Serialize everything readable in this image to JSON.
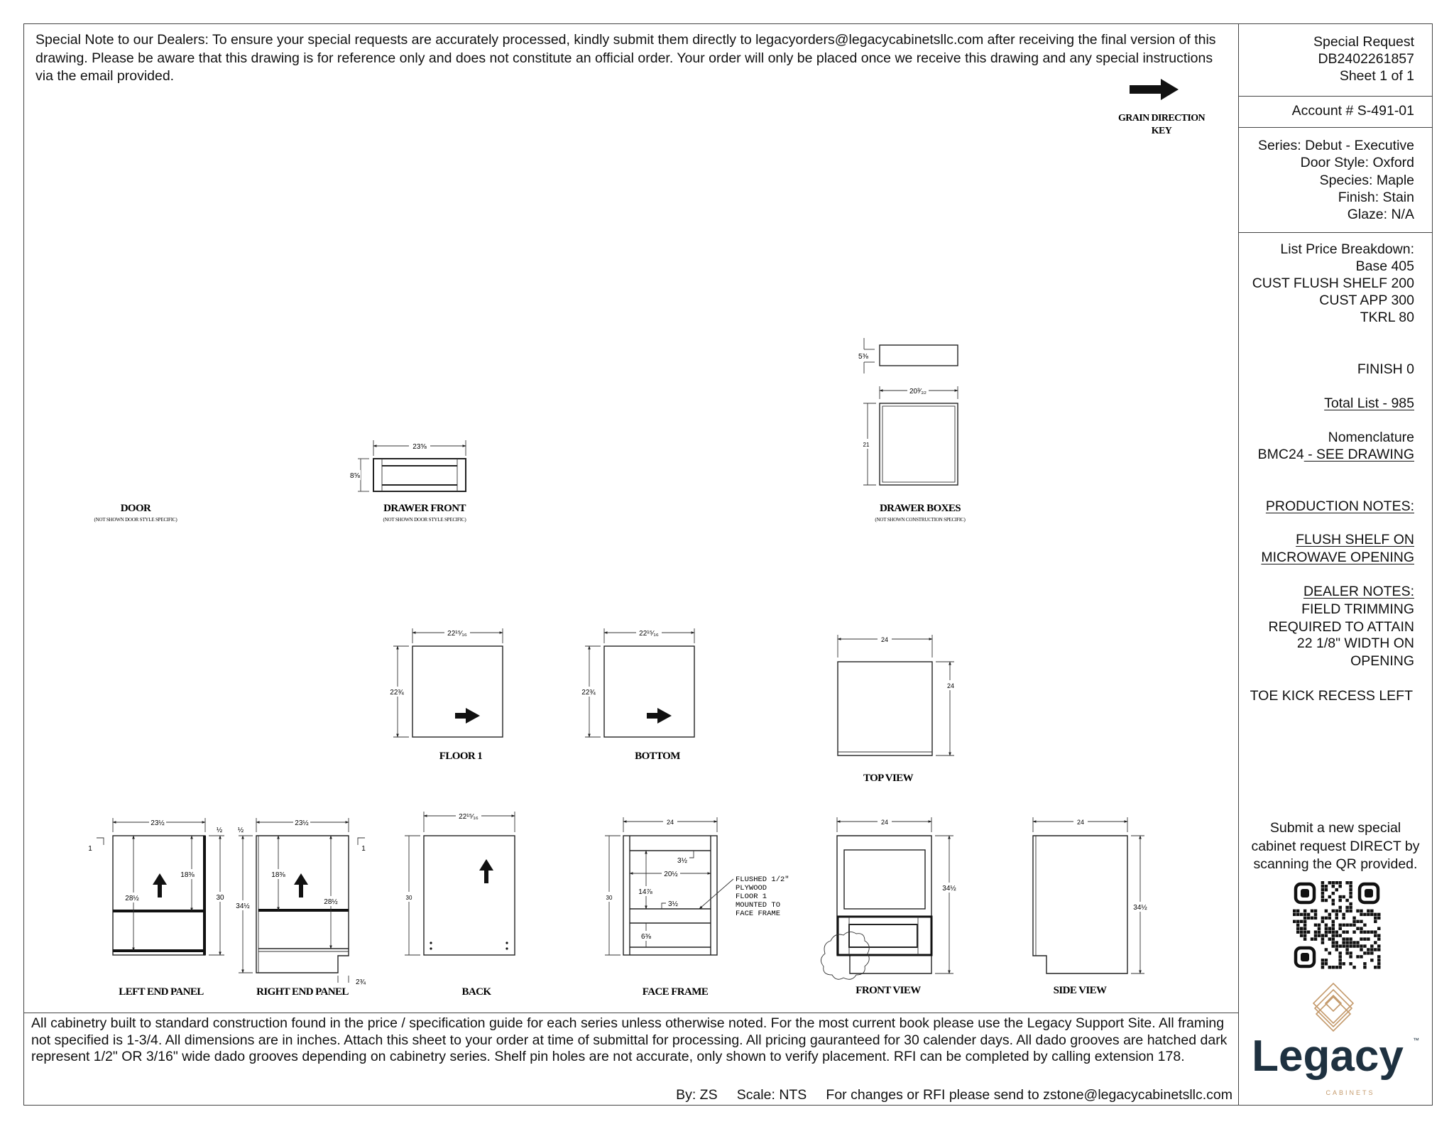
{
  "header_note": "Special Note to our Dealers: To ensure your special requests are accurately processed, kindly submit them directly to legacyorders@legacycabinetsllc.com after receiving the final version of this drawing. Please be aware that this drawing is for reference only and does not constitute an official order. Your order will only be placed once we receive this drawing and any special instructions via the email provided.",
  "grain_key": {
    "line1": "GRAIN DIRECTION",
    "line2": "KEY"
  },
  "title_block": {
    "request": "Special Request",
    "number": "DB2402261857",
    "sheet": "Sheet 1 of 1",
    "account": "Account # S-491-01",
    "series": "Series: Debut - Executive",
    "door_style": "Door Style: Oxford",
    "species": "Species: Maple",
    "finish": "Finish: Stain",
    "glaze": "Glaze: N/A",
    "price_heading": "List Price Breakdown:",
    "price_items": [
      "Base 405",
      "CUST FLUSH SHELF 200",
      "CUST APP 300",
      "TKRL 80"
    ],
    "finish_price": "FINISH 0",
    "total": "Total List - 985",
    "nomenclature_label": "Nomenclature",
    "nomenclature_code": "BMC24",
    "nomenclature_note": " - SEE DRAWING",
    "production_heading": "PRODUCTION NOTES:",
    "production_lines": [
      "FLUSH SHELF ON",
      "MICROWAVE OPENING"
    ],
    "dealer_heading": "DEALER NOTES:",
    "dealer_lines": [
      "FIELD TRIMMING",
      "REQUIRED TO ATTAIN",
      "22 1/8\" WIDTH ON",
      "OPENING"
    ],
    "toe_kick": "TOE KICK RECESS LEFT",
    "qr_text": [
      "Submit a new special",
      "cabinet request DIRECT by",
      "scanning the QR provided."
    ],
    "logo_name": "Legacy",
    "logo_sub": "CABINETS",
    "logo_tm": "™"
  },
  "drawings": {
    "door": {
      "label": "DOOR",
      "sub": "(NOT SHOWN DOOR STYLE SPECIFIC)"
    },
    "drawer_front": {
      "label": "DRAWER FRONT",
      "sub": "(NOT SHOWN DOOR STYLE SPECIFIC)",
      "width": "23⅝",
      "height": "8⅝"
    },
    "drawer_boxes": {
      "label": "DRAWER BOXES",
      "sub": "(NOT SHOWN CONSTRUCTION SPECIFIC)",
      "box_height": "5⅜",
      "width": "20³⁄₃₂",
      "depth": "21"
    },
    "floor1": {
      "label": "FLOOR 1",
      "width": "22¹⁵⁄₁₆",
      "depth": "22¾"
    },
    "bottom": {
      "label": "BOTTOM",
      "width": "22¹⁵⁄₁₆",
      "depth": "22¾"
    },
    "top_view": {
      "label": "TOP VIEW",
      "width": "24",
      "depth": "24"
    },
    "left_end_panel": {
      "label": "LEFT END PANEL",
      "width": "23½",
      "offset": "½",
      "top": "1",
      "height": "30",
      "inner": "28½",
      "upper": "18⅜"
    },
    "right_end_panel": {
      "label": "RIGHT END PANEL",
      "width": "23½",
      "offset": "½",
      "top": "1",
      "height": "34½",
      "inner": "28½",
      "upper": "18⅜",
      "toe": "2¾"
    },
    "back": {
      "label": "BACK",
      "width": "22¹⁵⁄₁₆",
      "height": "30"
    },
    "face_frame": {
      "label": "FACE FRAME",
      "width": "24",
      "height": "30",
      "top_rail": "3½",
      "opening_width": "20½",
      "opening_height": "14⅞",
      "mid_rail": "3½",
      "lower_opening": "6⅜",
      "callout": [
        "FLUSHED 1/2\"",
        "PLYWOOD",
        "FLOOR 1",
        "MOUNTED TO",
        "FACE FRAME"
      ]
    },
    "front_view": {
      "label": "FRONT VIEW",
      "width": "24",
      "height": "34½"
    },
    "side_view": {
      "label": "SIDE VIEW",
      "width": "24",
      "height": "34½"
    }
  },
  "footer": {
    "note": "All cabinetry built to standard construction found in the price / specification guide for each series unless otherwise noted. For the most current book please use the Legacy Support Site. All framing not specified is 1-3/4. All dimensions are in inches. Attach this sheet to your order at time of submittal for processing. All pricing gauranteed for 30 calender days. All dado grooves are hatched dark represent 1/2\" OR 3/16\" wide dado grooves depending on cabinetry series. Shelf pin holes are not accurate, only shown to verify placement. RFI can be completed by calling extension 178.",
    "by": "By: ZS",
    "scale": "Scale: NTS",
    "contact": "For changes or RFI please send to zstone@legacycabinetsllc.com"
  },
  "colors": {
    "logo_navy": "#1e3140",
    "logo_tan": "#c49a6c",
    "line": "#222222"
  }
}
